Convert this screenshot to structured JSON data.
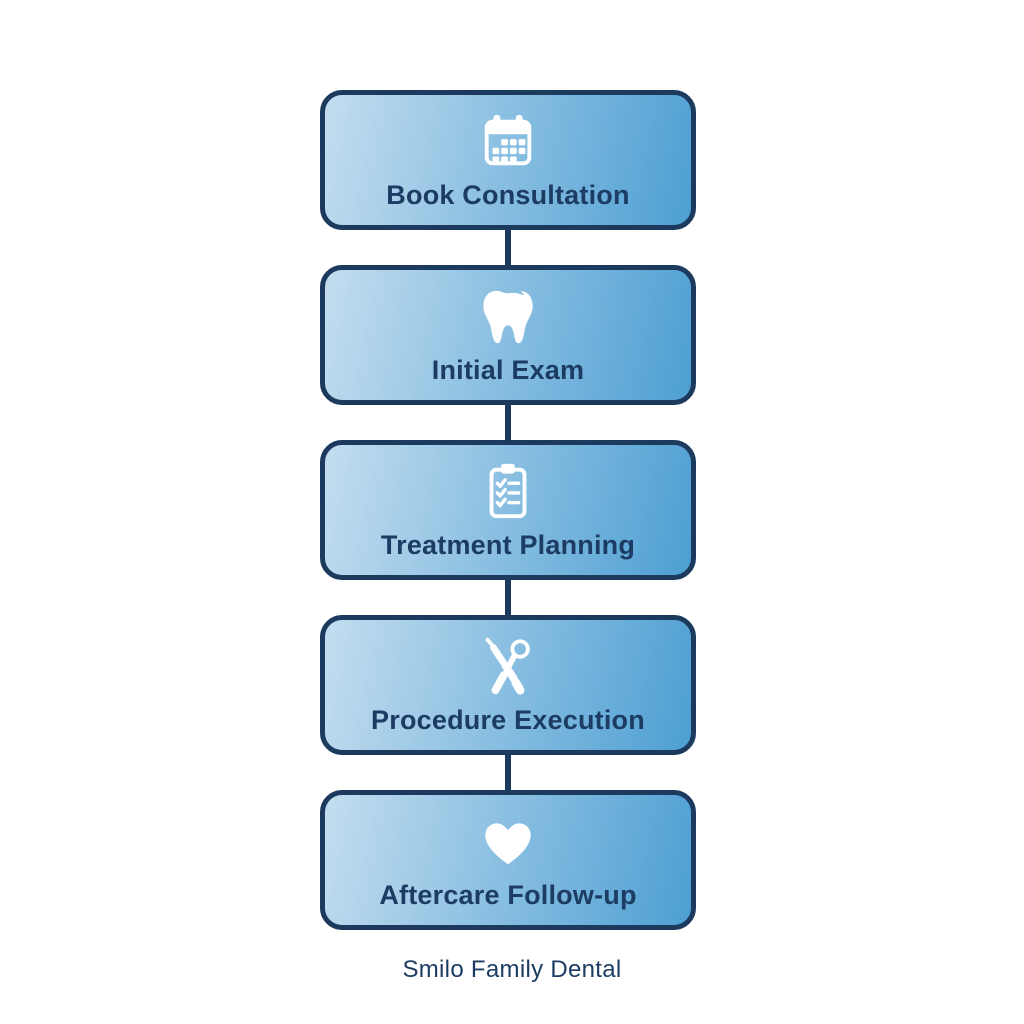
{
  "caption": "Smilo Family Dental",
  "steps": [
    {
      "label": "Book Consultation",
      "icon": "calendar-icon"
    },
    {
      "label": "Initial Exam",
      "icon": "tooth-icon"
    },
    {
      "label": "Treatment Planning",
      "icon": "clipboard-checklist-icon"
    },
    {
      "label": "Procedure Execution",
      "icon": "dental-tools-icon"
    },
    {
      "label": "Aftercare Follow-up",
      "icon": "heart-icon"
    }
  ],
  "colors": {
    "background": "#ffffff",
    "box_gradient_start": "#c3ddef",
    "box_gradient_end": "#4d9fd3",
    "border": "#1b3a5e",
    "connector": "#1b3a5e",
    "text": "#1c3c63",
    "icon": "#ffffff"
  }
}
